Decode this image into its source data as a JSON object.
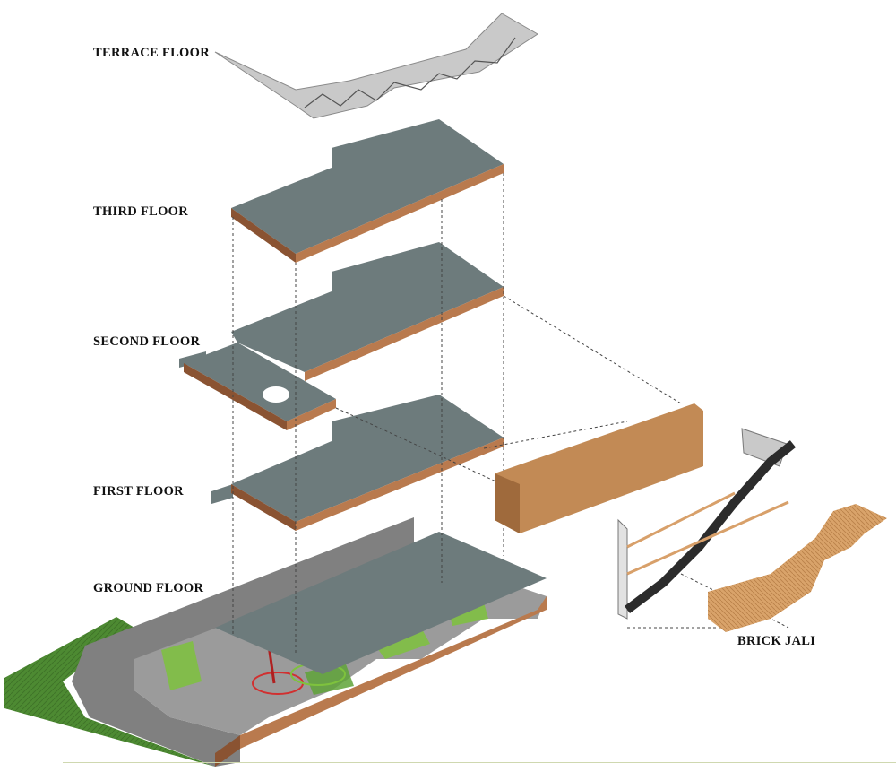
{
  "labels": {
    "terrace_floor": "TERRACE FLOOR",
    "third_floor": "THIRD FLOOR",
    "second_floor": "SECOND FLOOR",
    "first_floor": "FIRST FLOOR",
    "ground_floor": "GROUND FLOOR",
    "brick_jali": "BRICK JALI"
  },
  "colors": {
    "brick": "#b97a4e",
    "brick_dark": "#8a5332",
    "slab": "#6d7b7c",
    "slab_dark": "#4e5a5c",
    "site_road": "#7e7e7e",
    "lawn": "#4d8a32",
    "green_accent": "#7ec23d",
    "terrace": "#c9c9c9",
    "steel": "#6f7f93",
    "jali_fill": "#d9a36a"
  }
}
